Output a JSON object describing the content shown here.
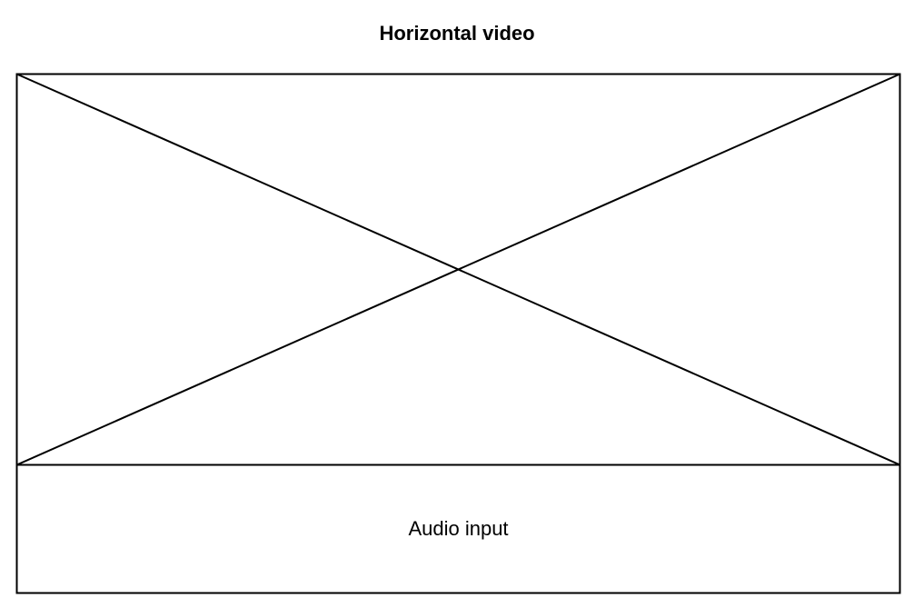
{
  "diagram": {
    "title": "Horizontal video",
    "video_placeholder": "empty-image-placeholder",
    "audio_label": "Audio input",
    "stroke_color": "#000000",
    "background_color": "#ffffff"
  }
}
